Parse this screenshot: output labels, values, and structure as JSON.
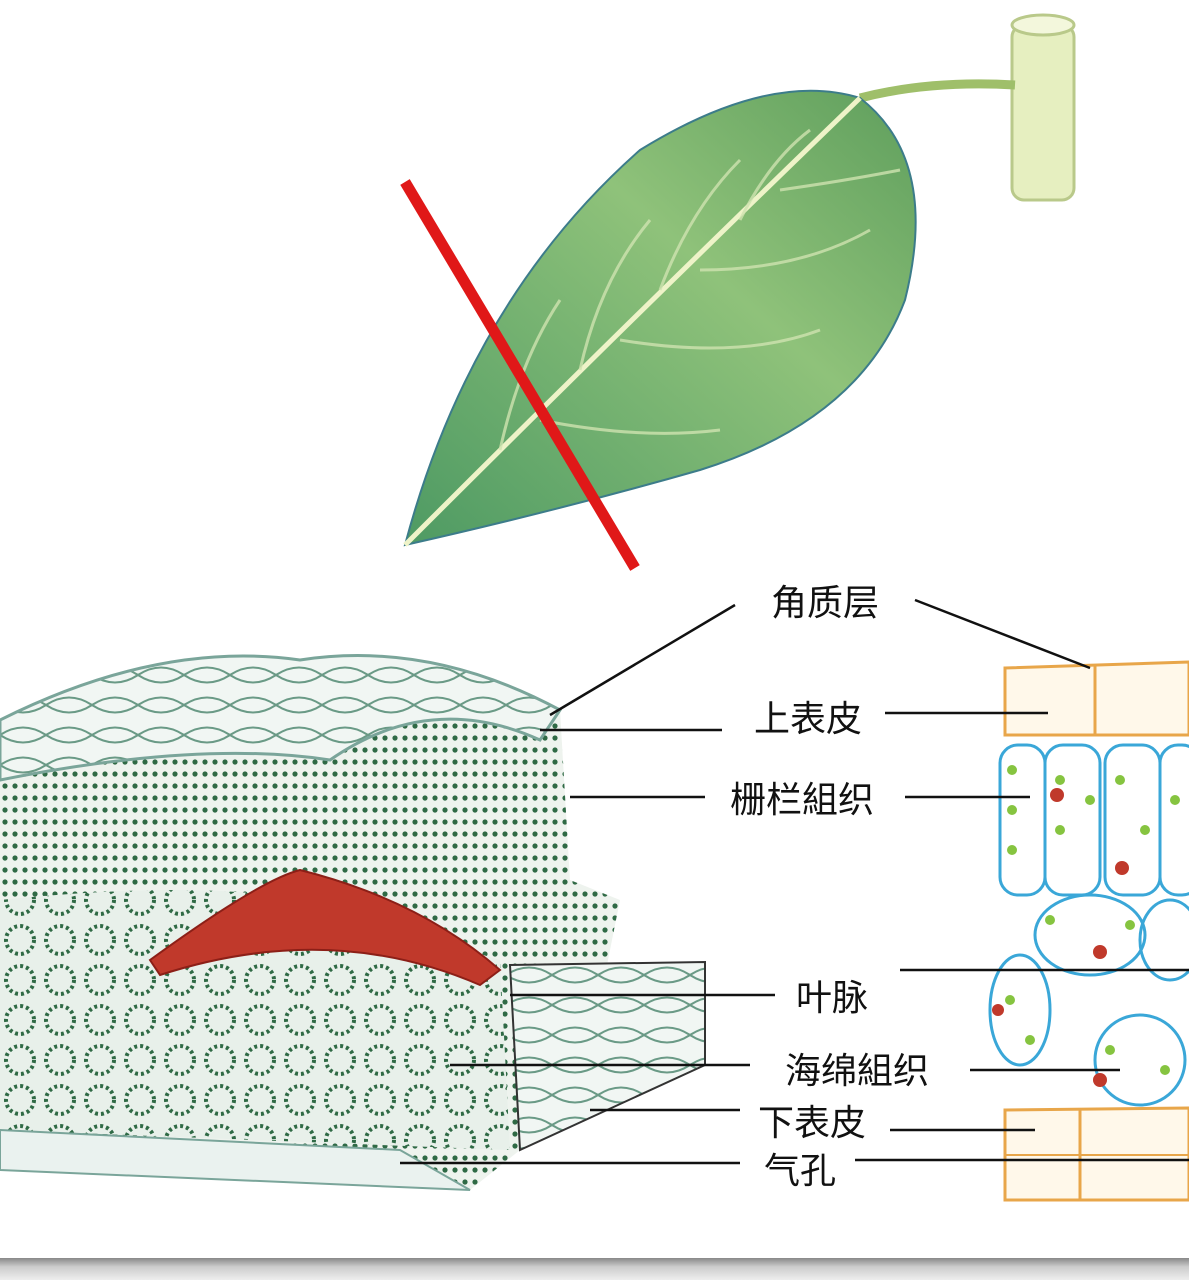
{
  "labels": {
    "cuticle": "角质层",
    "upper_epidermis": "上表皮",
    "palisade": "栅栏組织",
    "vein": "叶脉",
    "spongy": "海绵組织",
    "lower_epidermis": "下表皮",
    "stoma": "气孔"
  },
  "colors": {
    "leaf": "#7fb36a",
    "cut_line": "#e01818",
    "cell_green": "#2f6a45",
    "vein_red": "#c0392b",
    "cell_wall_blue": "#3aa7d8",
    "epidermis_orange": "#e8a64a"
  }
}
